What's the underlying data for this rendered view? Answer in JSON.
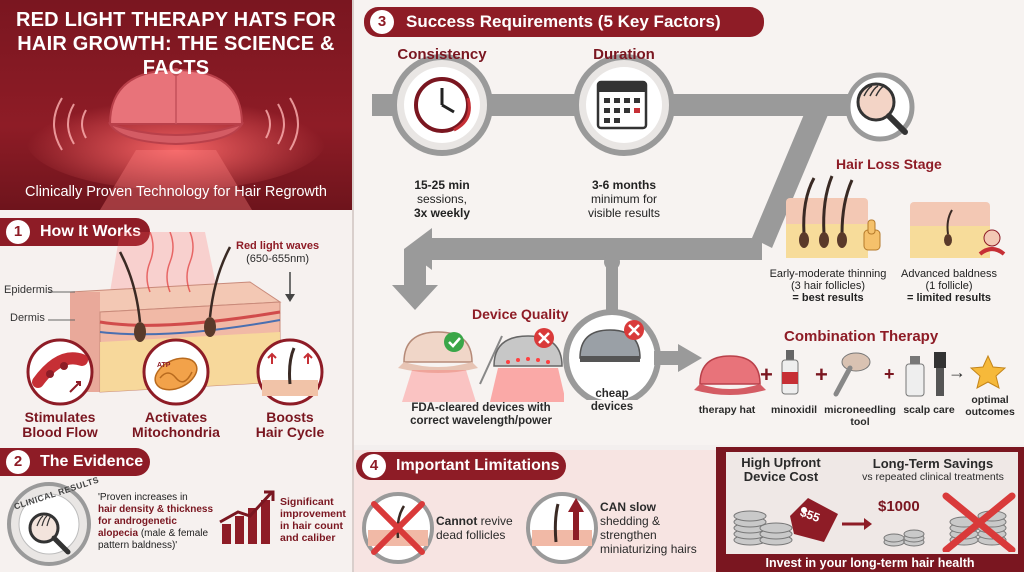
{
  "hero": {
    "title_line1": "RED LIGHT THERAPY HATS FOR",
    "title_line2": "HAIR GROWTH: THE SCIENCE & FACTS",
    "subtitle": "Clinically Proven Technology for Hair Regrowth"
  },
  "section1": {
    "number": "1",
    "title": "How It Works",
    "wave_label_line1": "Red light waves",
    "wave_label_line2": "(650-655nm)",
    "layer_epidermis": "Epidermis",
    "layer_dermis": "Dermis",
    "atp": "ATP",
    "benefits": [
      {
        "line1": "Stimulates",
        "line2": "Blood Flow"
      },
      {
        "line1": "Activates",
        "line2": "Mitochondria"
      },
      {
        "line1": "Boosts",
        "line2": "Hair Cycle"
      }
    ]
  },
  "section2": {
    "number": "2",
    "title": "The Evidence",
    "badge_text": "CLINICAL RESULTS",
    "quote_l1": "'Proven increases in",
    "quote_l2": "hair density & thickness",
    "quote_l3": "for androgenetic",
    "quote_l4": "alopecia",
    "quote_l4b": "(male & female",
    "quote_l5": "pattern baldness)'",
    "stat_l1": "Significant",
    "stat_l2": "improvement",
    "stat_l3": "in hair count",
    "stat_l4": "and caliber"
  },
  "section3": {
    "number": "3",
    "title": "Success Requirements (5 Key Factors)",
    "consistency": {
      "title": "Consistency",
      "l1": "15-25 min",
      "l2": "sessions,",
      "l3": "3x weekly"
    },
    "duration": {
      "title": "Duration",
      "l1": "3-6 months",
      "l2": "minimum for",
      "l3": "visible results"
    },
    "hair_loss": {
      "title": "Hair Loss Stage",
      "early_l1": "Early-moderate thinning",
      "early_l2": "(3 hair follicles)",
      "early_l3": "= best results",
      "adv_l1": "Advanced baldness",
      "adv_l2": "(1 follicle)",
      "adv_l3": "= limited results"
    },
    "device": {
      "title": "Device Quality",
      "good_l1": "FDA-cleared devices with",
      "good_l2": "correct wavelength/power",
      "cheap_l1": "cheap",
      "cheap_l2": "devices"
    },
    "combo": {
      "title": "Combination Therapy",
      "items": [
        {
          "l1": "therapy hat",
          "l2": ""
        },
        {
          "l1": "minoxidil",
          "l2": ""
        },
        {
          "l1": "microneedling",
          "l2": "tool"
        },
        {
          "l1": "scalp care",
          "l2": ""
        },
        {
          "l1": "optimal",
          "l2": "outcomes"
        }
      ],
      "plus": "+",
      "arrow": "→"
    }
  },
  "section4": {
    "number": "4",
    "title": "Important Limitations",
    "lim1_bold": "Cannot",
    "lim1_rest": " revive",
    "lim1_l2": "dead follicles",
    "lim2_l1": "CAN slow",
    "lim2_l2": "shedding &",
    "lim2_l3": "strengthen",
    "lim2_l4": "miniaturizing hairs"
  },
  "cost": {
    "upfront_l1": "High Upfront",
    "upfront_l2": "Device Cost",
    "savings_title": "Long-Term Savings",
    "savings_sub": "vs repeated clinical treatments",
    "tag_price": "$55",
    "big_price": "$1000",
    "invest": "Invest in your long-term hair health"
  },
  "colors": {
    "brand": "#8e1c26",
    "dark": "#7a1620",
    "red_light": "#e8424a",
    "check": "#3aa648"
  }
}
